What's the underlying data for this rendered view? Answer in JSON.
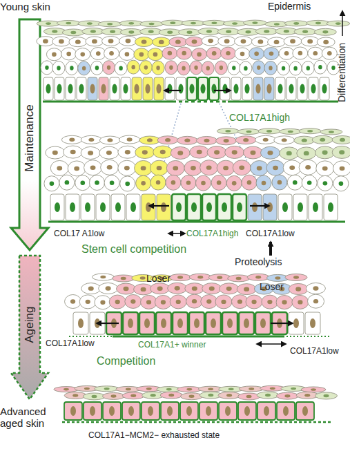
{
  "diagram": {
    "labels": [
      "Young skin",
      "Epidermis",
      "Differentiation",
      "Maintenance",
      "Ageing",
      "Advanced aged skin",
      "COL17A1high",
      "COL17 A1low",
      "COL17A1high",
      "COL17A1low",
      "Stem cell competition",
      "Proteolysis",
      "Loser",
      "Loser",
      "COL17A1low",
      "COL17A1+ winner",
      "COL17A1low",
      "Competition",
      "COL17A1−MCM2− exhausted state"
    ]
  }
}
